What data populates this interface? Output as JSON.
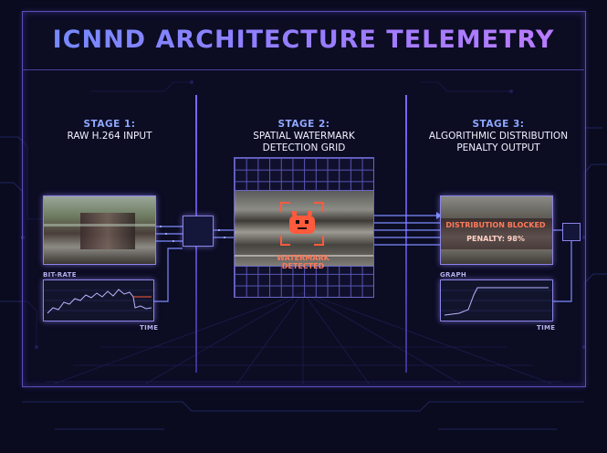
{
  "title": "ICNND ARCHITECTURE TELEMETRY",
  "stages": [
    {
      "num": "STAGE 1:",
      "line1": "RAW H.264 INPUT",
      "line2": ""
    },
    {
      "num": "STAGE 2:",
      "line1": "SPATIAL WATERMARK",
      "line2": "DETECTION GRID"
    },
    {
      "num": "STAGE 3:",
      "line1": "ALGORITHMIC DISTRIBUTION",
      "line2": "PENALTY OUTPUT"
    }
  ],
  "stage1": {
    "bitrate_label": "BIT-RATE",
    "time_label": "TIME"
  },
  "stage2": {
    "detected_line1": "WATERMARK",
    "detected_line2": "DETECTED"
  },
  "stage3": {
    "blocked": "DISTRIBUTION BLOCKED",
    "penalty": "PENALTY: 98%",
    "graph_label": "GRAPH",
    "time_label": "TIME"
  },
  "colors": {
    "accent_blue": "#6f8cff",
    "accent_purple": "#c07bff",
    "alert_red": "#ff5a3c",
    "frame": "#5a4fb8"
  },
  "icons": [
    "watermark-face-icon",
    "reticle-icon"
  ]
}
